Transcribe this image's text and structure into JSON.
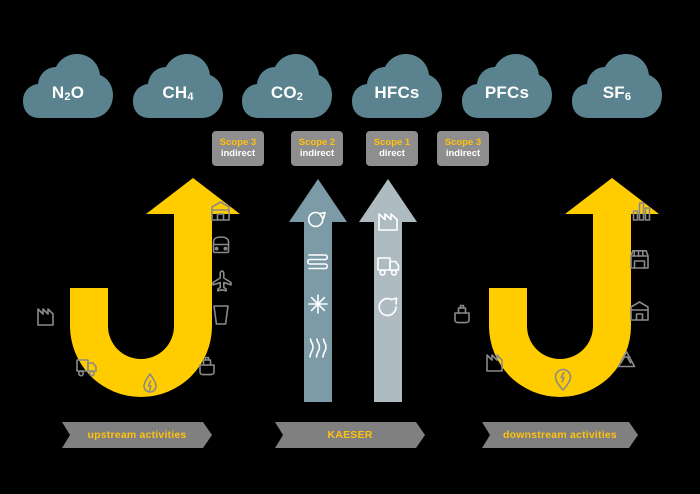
{
  "diagram": {
    "title": "GHG Protocol Scopes Value Chain Diagram",
    "background_color": "#000000",
    "colors": {
      "cloud": "#5a838f",
      "upstream_downstream_arrow": "#ffcc00",
      "scope2_arrow": "#7d9ba6",
      "scope1_arrow": "#aebcc2",
      "scope_box": "#8e8e8e",
      "scope_accent_text": "#ffc20e",
      "banner": "#808080",
      "icon_on_yellow": "#8a8a8a",
      "icon_on_blue": "#ffffff"
    }
  },
  "clouds": [
    {
      "formula": "N",
      "sub": "2",
      "tail": "O",
      "name": "nitrous-oxide"
    },
    {
      "formula": "CH",
      "sub": "4",
      "tail": "",
      "name": "methane"
    },
    {
      "formula": "CO",
      "sub": "2",
      "tail": "",
      "name": "carbon-dioxide"
    },
    {
      "formula": "HFCs",
      "sub": "",
      "tail": "",
      "name": "hydrofluorocarbons"
    },
    {
      "formula": "PFCs",
      "sub": "",
      "tail": "",
      "name": "perfluorocarbons"
    },
    {
      "formula": "SF",
      "sub": "6",
      "tail": "",
      "name": "sulfur-hexafluoride"
    }
  ],
  "scope_boxes": [
    {
      "scope": "Scope 3",
      "kind": "indirect"
    },
    {
      "scope": "Scope 2",
      "kind": "indirect"
    },
    {
      "scope": "Scope 1",
      "kind": "direct"
    },
    {
      "scope": "Scope 3",
      "kind": "indirect"
    }
  ],
  "banners": [
    {
      "label": "upstream activities"
    },
    {
      "label": "KAESER"
    },
    {
      "label": "downstream activities"
    }
  ],
  "arrows": {
    "upstream": {
      "name": "upstream-activities-arrow",
      "color": "#ffcc00",
      "icons": [
        "factory-icon",
        "truck-icon",
        "fuel-drop-icon",
        "ship-icon",
        "waste-bin-icon",
        "airplane-icon",
        "car-icon",
        "building-icon"
      ]
    },
    "scope2": {
      "name": "scope-2-arrow",
      "color": "#7d9ba6",
      "icons": [
        "plug-icon",
        "heating-coil-icon",
        "cooling-snowflake-icon",
        "steam-icon"
      ]
    },
    "scope1": {
      "name": "scope-1-arrow",
      "color": "#aebcc2",
      "icons": [
        "factory-icon",
        "truck-icon",
        "refresh-cycle-icon"
      ]
    },
    "downstream": {
      "name": "downstream-activities-arrow",
      "color": "#ffcc00",
      "icons": [
        "ship-icon",
        "factory-icon",
        "energy-pin-icon",
        "recycle-icon",
        "building-icon",
        "storefront-icon",
        "bar-chart-icon"
      ]
    }
  }
}
